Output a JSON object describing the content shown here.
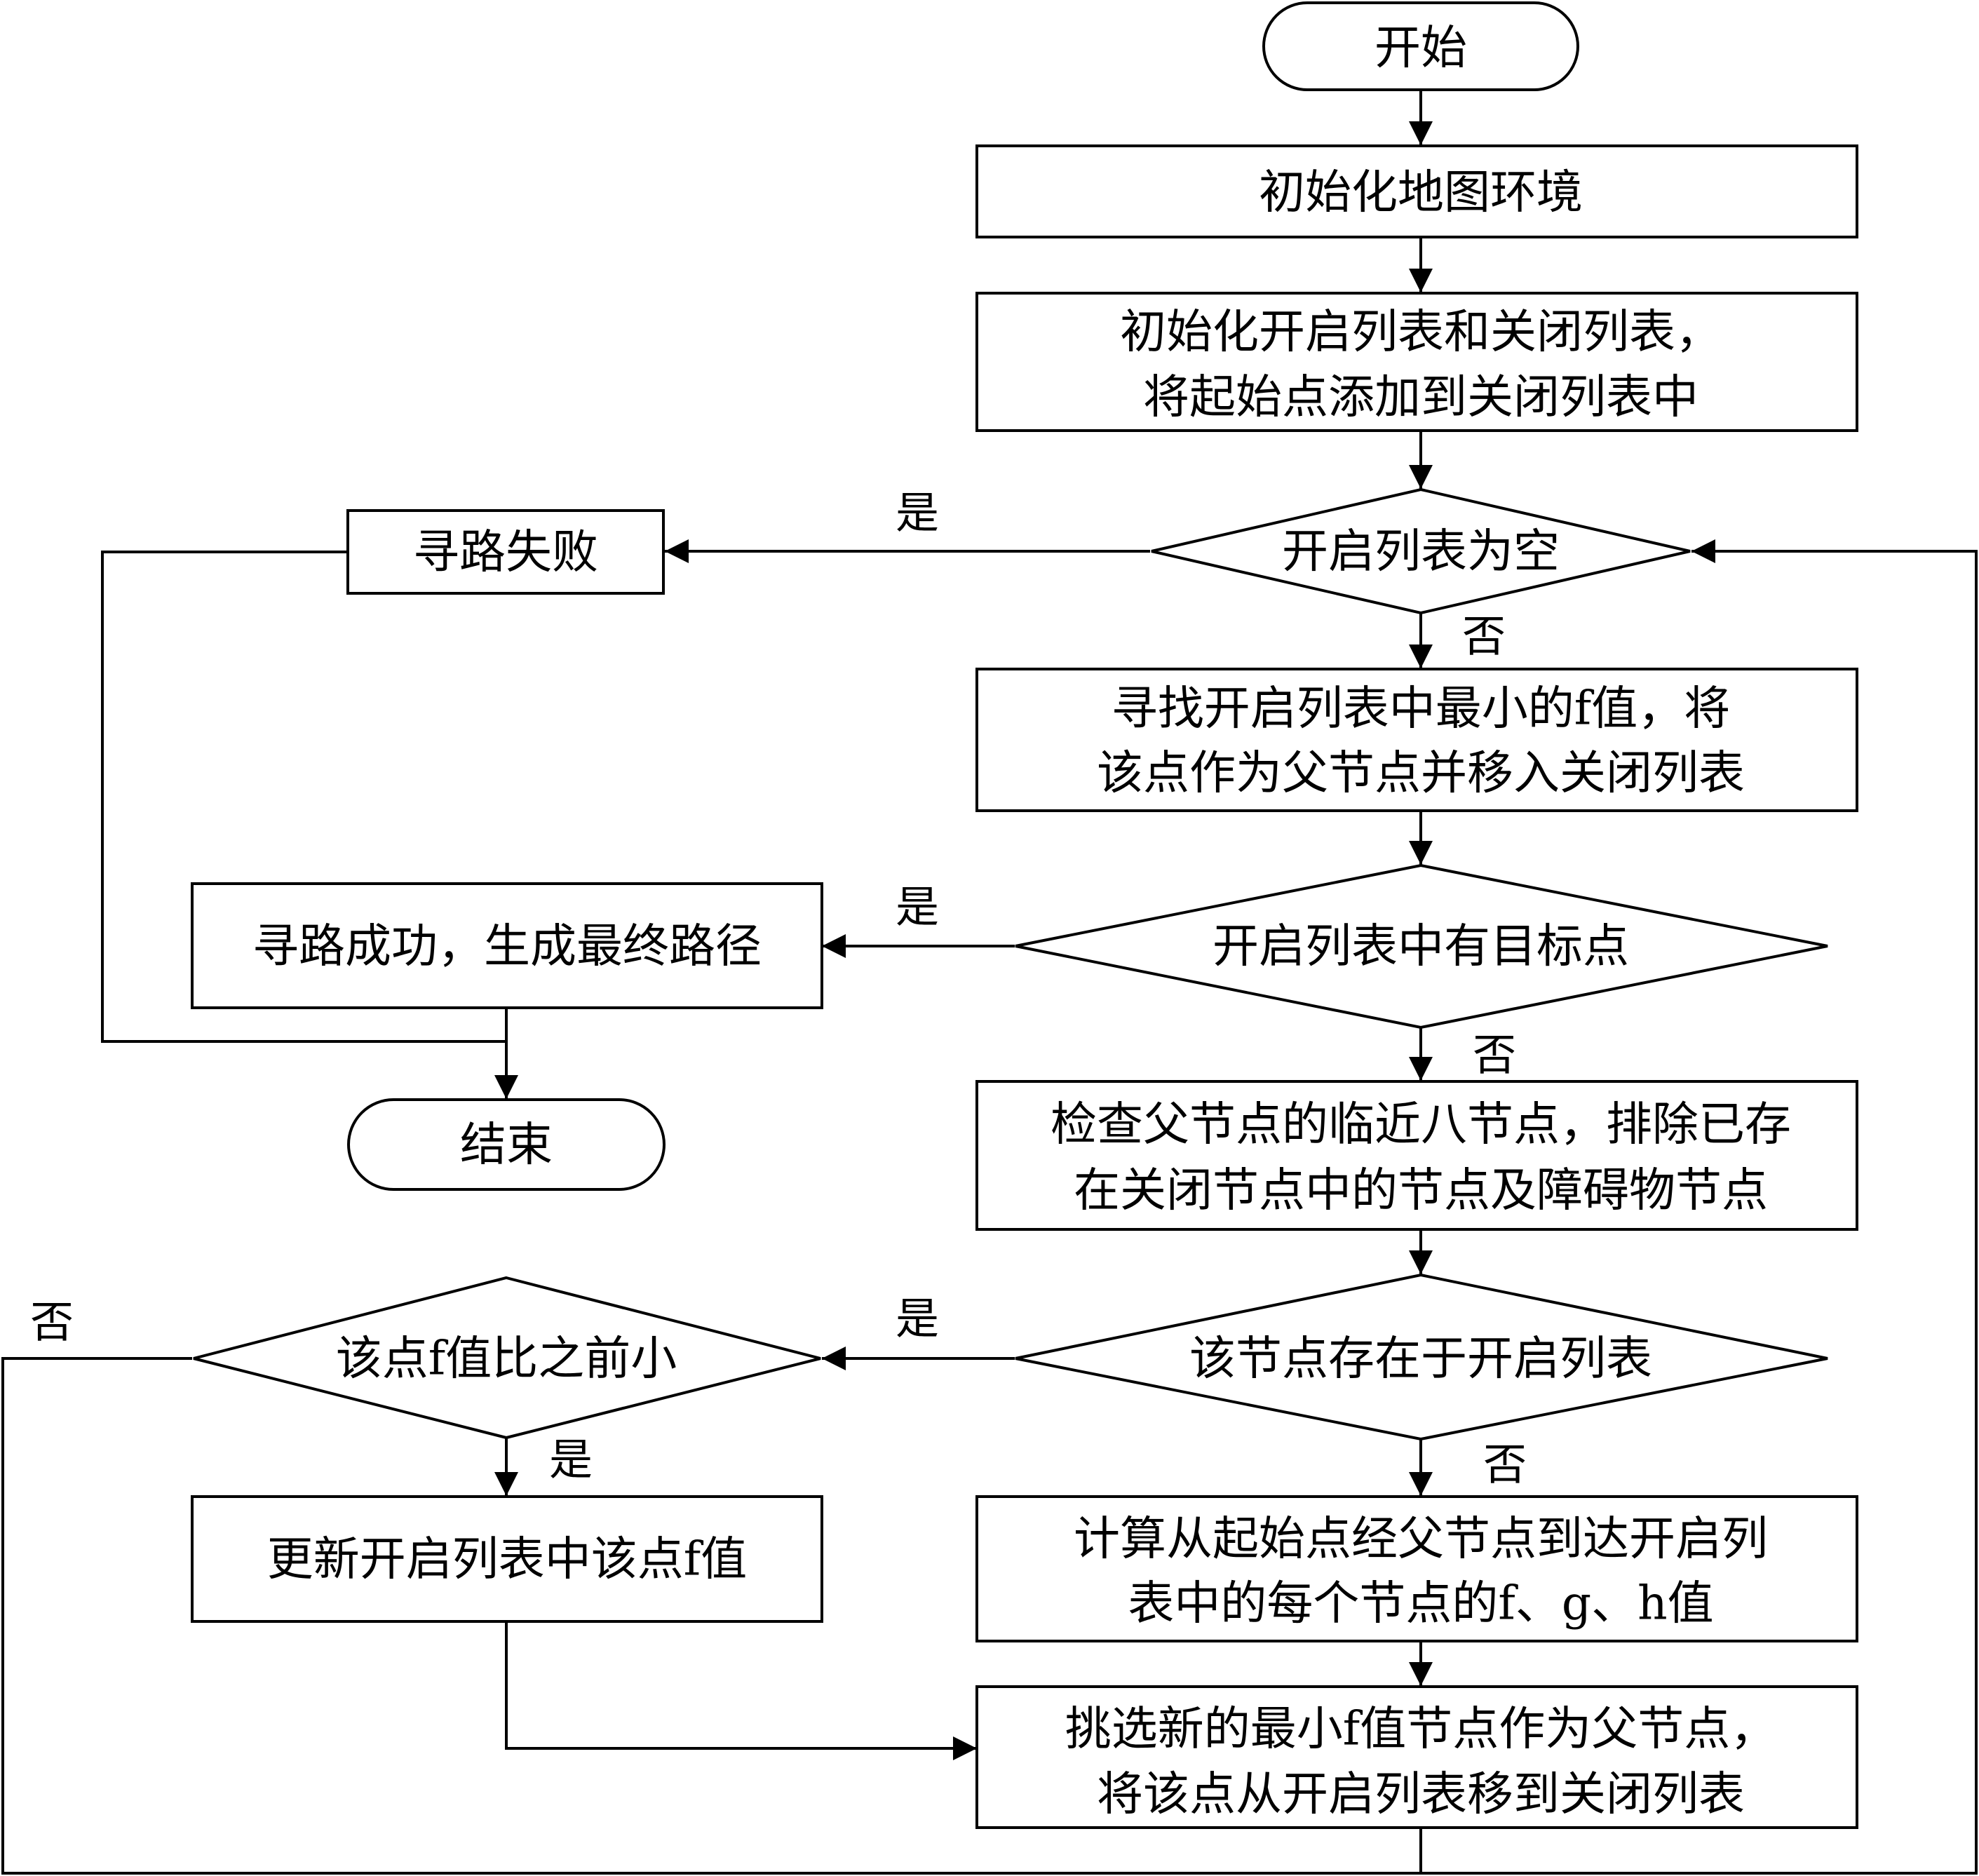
{
  "nodes": {
    "start": "开始",
    "init_map": "初始化地图环境",
    "init_lists": [
      "初始化开启列表和关闭列表，",
      "将起始点添加到关闭列表中"
    ],
    "open_empty": "开启列表为空",
    "find_fail": "寻路失败",
    "find_min": [
      "寻找开启列表中最小的f值，将",
      "该点作为父节点并移入关闭列表"
    ],
    "has_target": "开启列表中有目标点",
    "success": "寻路成功，生成最终路径",
    "end": "结束",
    "check_neighbors": [
      "检查父节点的临近八节点，排除已存",
      "在关闭节点中的节点及障碍物节点"
    ],
    "in_open": "该节点存在于开启列表",
    "f_smaller": "该点f值比之前小",
    "update_f": "更新开启列表中该点f值",
    "compute": [
      "计算从起始点经父节点到达开启列",
      "表中的每个节点的f、g、h值"
    ],
    "pick_new": [
      "挑选新的最小f值节点作为父节点，",
      "将该点从开启列表移到关闭列表"
    ]
  },
  "edges": {
    "yes": "是",
    "no": "否"
  }
}
